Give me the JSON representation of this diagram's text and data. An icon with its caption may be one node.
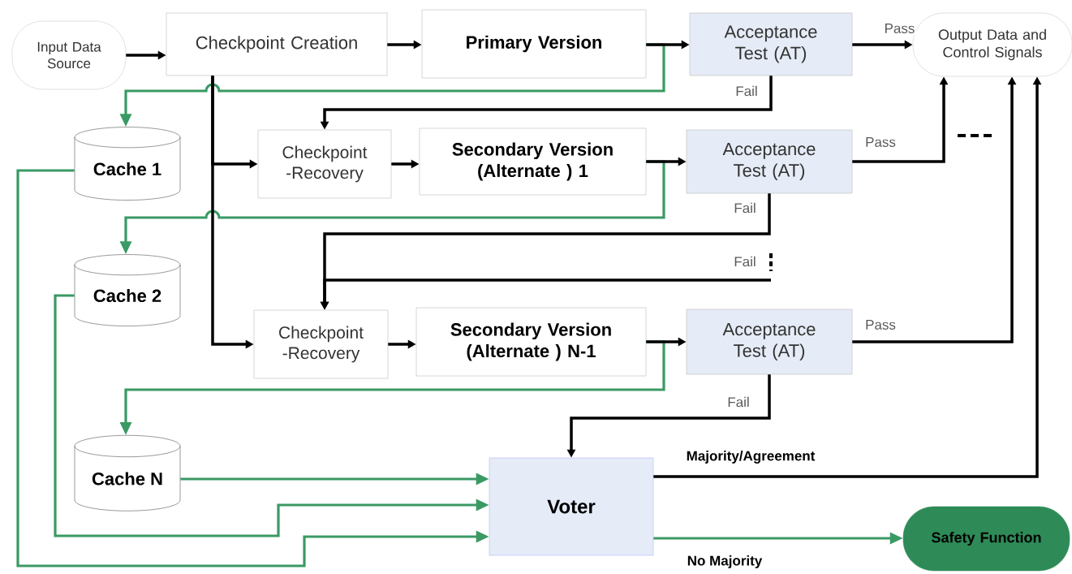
{
  "diagram": {
    "nodes": [
      {
        "text": [
          "Input Data Source"
        ]
      },
      {
        "text": [
          "Checkpoint Creation"
        ]
      },
      {
        "text": [
          "Primary Version"
        ]
      },
      {
        "text": [
          "Acceptance Test (AT)"
        ]
      },
      {
        "text": [
          "Output Data and Control Signals"
        ]
      },
      {
        "text": [
          "Cache 1"
        ]
      },
      {
        "text": [
          "Checkpoint -Recovery"
        ]
      },
      {
        "text": [
          "Secondary Version (Alternate ) 1"
        ]
      },
      {
        "text": [
          "Acceptance Test (AT)"
        ]
      },
      {
        "text": [
          "Cache 2"
        ]
      },
      {
        "text": [
          "Checkpoint -Recovery"
        ]
      },
      {
        "text": [
          "Secondary Version (Alternate ) N-1"
        ]
      },
      {
        "text": [
          "Acceptance Test (AT)"
        ]
      },
      {
        "text": [
          "Cache N"
        ]
      },
      {
        "text": [
          "Voter"
        ]
      },
      {
        "text": [
          "Safety Function"
        ]
      }
    ],
    "edges": [
      {
        "from": 0,
        "to": 1,
        "arrow": "to"
      },
      {
        "from": 1,
        "to": 2,
        "arrow": "to"
      },
      {
        "from": 2,
        "to": 3,
        "arrow": "to"
      },
      {
        "from": 3,
        "to": 4,
        "arrow": "to",
        "label": "Pass"
      },
      {
        "from": 2,
        "to": 5,
        "arrow": "to",
        "color": "#3a9a64"
      },
      {
        "from": 3,
        "to": 6,
        "arrow": "to",
        "label": "Fail"
      },
      {
        "from": 1,
        "to": 6,
        "arrow": "to"
      },
      {
        "from": 6,
        "to": 7,
        "arrow": "to"
      },
      {
        "from": 7,
        "to": 8,
        "arrow": "to"
      },
      {
        "from": 8,
        "to": 4,
        "arrow": "to",
        "label": "Pass"
      },
      {
        "from": 7,
        "to": 9,
        "arrow": "to",
        "color": "#3a9a64"
      },
      {
        "from": 8,
        "to": 10,
        "arrow": "to",
        "label": "Fail"
      },
      {
        "from": null,
        "to": 10,
        "arrow": "to",
        "label": "Fail"
      },
      {
        "from": 1,
        "to": 10,
        "arrow": "to"
      },
      {
        "from": 10,
        "to": 11,
        "arrow": "to"
      },
      {
        "from": 11,
        "to": 12,
        "arrow": "to"
      },
      {
        "from": 12,
        "to": 4,
        "arrow": "to",
        "label": "Pass"
      },
      {
        "from": 11,
        "to": 13,
        "arrow": "to",
        "color": "#3a9a64"
      },
      {
        "from": 12,
        "to": 14,
        "arrow": "to",
        "label": "Fail"
      },
      {
        "from": 13,
        "to": 14,
        "arrow": "to",
        "color": "#3a9a64"
      },
      {
        "from": 9,
        "to": 14,
        "arrow": "to",
        "color": "#3a9a64"
      },
      {
        "from": 5,
        "to": 14,
        "arrow": "to",
        "color": "#3a9a64"
      },
      {
        "from": 14,
        "to": 4,
        "arrow": "to",
        "label": "**Majority/Agreement**"
      },
      {
        "from": 14,
        "to": 15,
        "arrow": "to",
        "color": "#3a9a64",
        "label": "**No Majority**"
      }
    ]
  }
}
